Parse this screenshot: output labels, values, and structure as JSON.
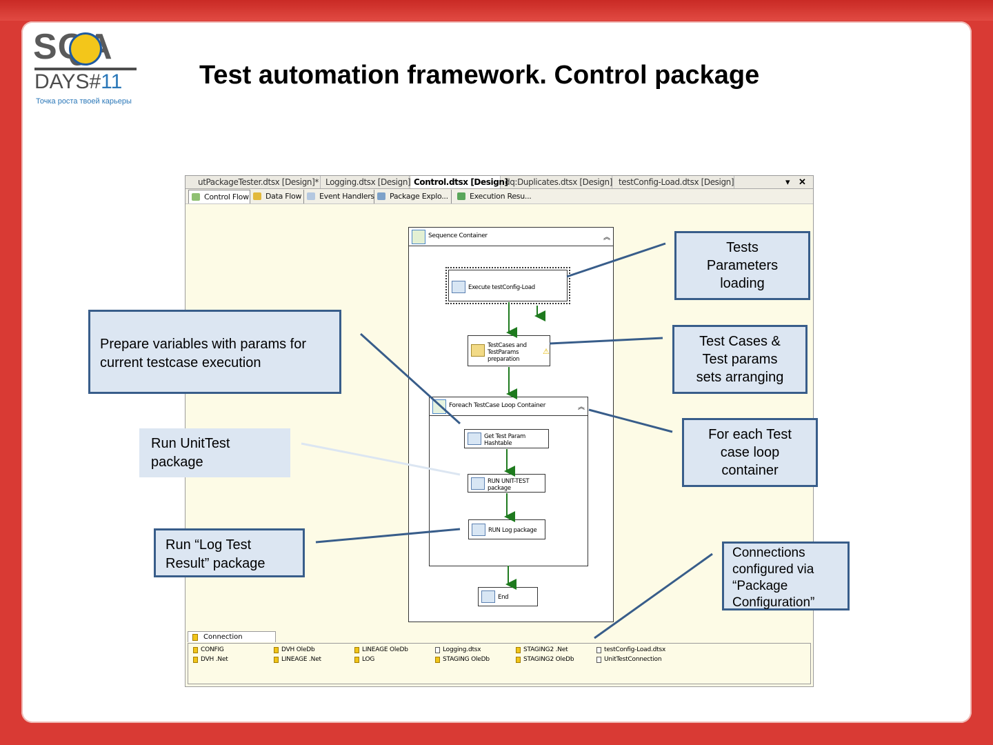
{
  "slide": {
    "title": "Test automation framework. Control package"
  },
  "logo": {
    "brand": "SQA",
    "days": "DAYS#",
    "number": "11",
    "slogan": "Точка роста твоей карьеры"
  },
  "doc_tabs": [
    {
      "label": "utPackageTester.dtsx [Design]*",
      "active": false
    },
    {
      "label": "Logging.dtsx [Design]",
      "active": false
    },
    {
      "label": "Control.dtsx [Design]",
      "active": true
    },
    {
      "label": "dq:Duplicates.dtsx [Design]",
      "active": false
    },
    {
      "label": "testConfig-Load.dtsx [Design]",
      "active": false
    }
  ],
  "doc_tab_controls": {
    "dropdown": "▾",
    "close": "✕"
  },
  "designer_tabs": [
    {
      "label": "Control Flow",
      "active": true
    },
    {
      "label": "Data Flow",
      "active": false
    },
    {
      "label": "Event Handlers",
      "active": false
    },
    {
      "label": "Package Explo...",
      "active": false
    },
    {
      "label": "Execution Resu...",
      "active": false
    }
  ],
  "flow": {
    "sequence_container": {
      "label": "Sequence Container",
      "chevron": "︽"
    },
    "execute_config": {
      "label": "Execute testConfig-Load"
    },
    "testcases_prep": {
      "label": "TestCases and\nTestParams\npreparation"
    },
    "foreach_container": {
      "label": "Foreach TestCase Loop Container",
      "chevron": "︽"
    },
    "get_param": {
      "label": "Get Test Param\nHashtable"
    },
    "run_unit_test": {
      "label": "RUN UNIT-TEST\npackage"
    },
    "run_log": {
      "label": "RUN Log package"
    },
    "end": {
      "label": "End"
    },
    "warning_glyph": "⚠"
  },
  "connection_managers": {
    "tab_label": "Connection Managers",
    "items": [
      {
        "label": "CONFIG",
        "type": "db"
      },
      {
        "label": "DVH .Net",
        "type": "db"
      },
      {
        "label": "DVH OleDb",
        "type": "db"
      },
      {
        "label": "LINEAGE .Net",
        "type": "db"
      },
      {
        "label": "LINEAGE OleDb",
        "type": "db"
      },
      {
        "label": "LOG",
        "type": "db"
      },
      {
        "label": "Logging.dtsx",
        "type": "file"
      },
      {
        "label": "STAGING OleDb",
        "type": "db"
      },
      {
        "label": "STAGING2 .Net",
        "type": "db"
      },
      {
        "label": "STAGING2 OleDb",
        "type": "db"
      },
      {
        "label": "testConfig-Load.dtsx",
        "type": "file"
      },
      {
        "label": "UnitTestConnection",
        "type": "file"
      }
    ]
  },
  "callouts": {
    "tests_params": [
      "Tests",
      "Parameters",
      "loading"
    ],
    "test_cases": [
      "Test Cases &",
      "Test params",
      "sets arranging"
    ],
    "for_each": [
      "For each Test",
      "case loop",
      "container"
    ],
    "connections": [
      "Connections",
      "configured via",
      "“Package",
      "Configuration”"
    ],
    "prepare_vars": [
      "Prepare variables with params for",
      "current testcase execution"
    ],
    "run_unittest": [
      "Run UnitTest",
      "package"
    ],
    "run_log": [
      "Run “Log Test",
      "Result” package"
    ]
  },
  "colors": {
    "frame": "#d93a34",
    "callout_fill": "#dce6f2",
    "callout_border": "#385d8a",
    "canvas": "#fdfbe6",
    "flow_arrow": "#1e7a1e"
  }
}
